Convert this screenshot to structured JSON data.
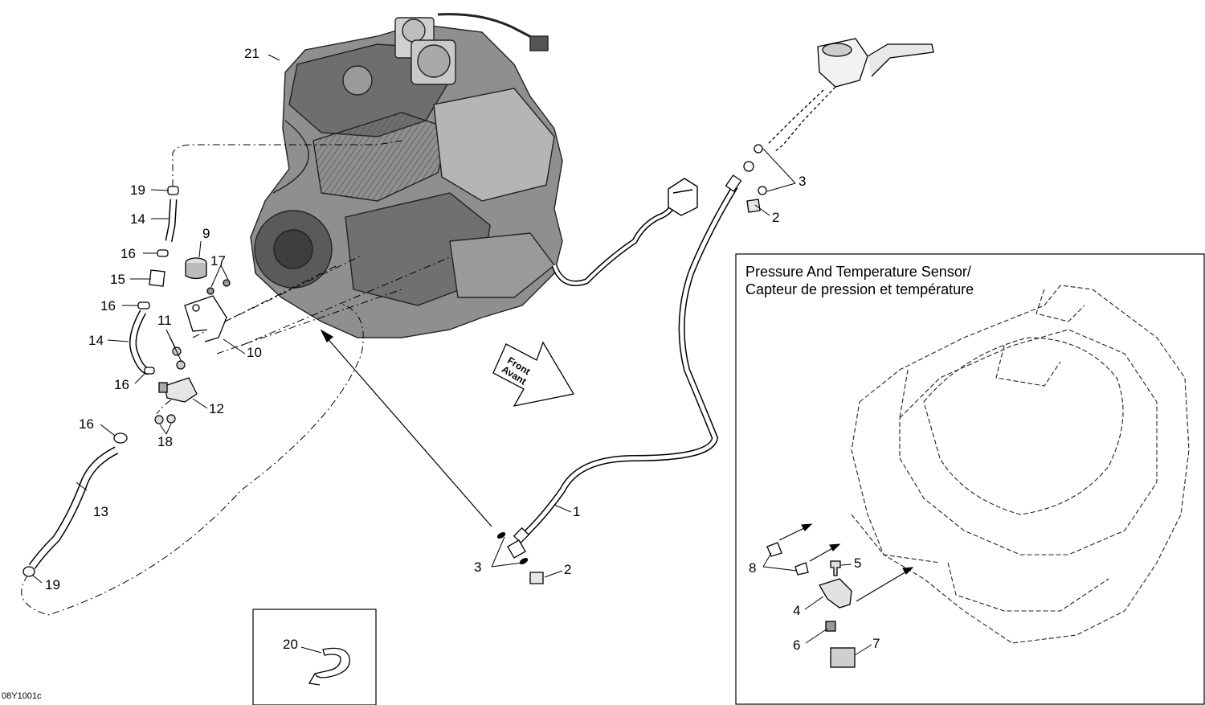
{
  "diagram": {
    "code": "08Y1001c",
    "colors": {
      "line": "#000000",
      "engine_fill": "#8a8a8a",
      "engine_dark": "#4a4a4a",
      "engine_light": "#c8c8c8",
      "background": "#ffffff"
    },
    "front_arrow": {
      "line1": "Front",
      "line2": "Avant"
    },
    "inset": {
      "title_en": "Pressure And Temperature Sensor/",
      "title_fr": "Capteur de pression et température"
    },
    "callouts": {
      "c21": "21",
      "c19a": "19",
      "c14a": "14",
      "c16a": "16",
      "c15": "15",
      "c16b": "16",
      "c9": "9",
      "c17": "17",
      "c11": "11",
      "c14b": "14",
      "c10": "10",
      "c16c": "16",
      "c12": "12",
      "c18": "18",
      "c16d": "16",
      "c13": "13",
      "c19b": "19",
      "c3a": "3",
      "c2a": "2",
      "c1": "1",
      "c3b": "3",
      "c2b": "2",
      "c20": "20",
      "c8": "8",
      "c5": "5",
      "c4": "4",
      "c6": "6",
      "c7": "7"
    }
  }
}
